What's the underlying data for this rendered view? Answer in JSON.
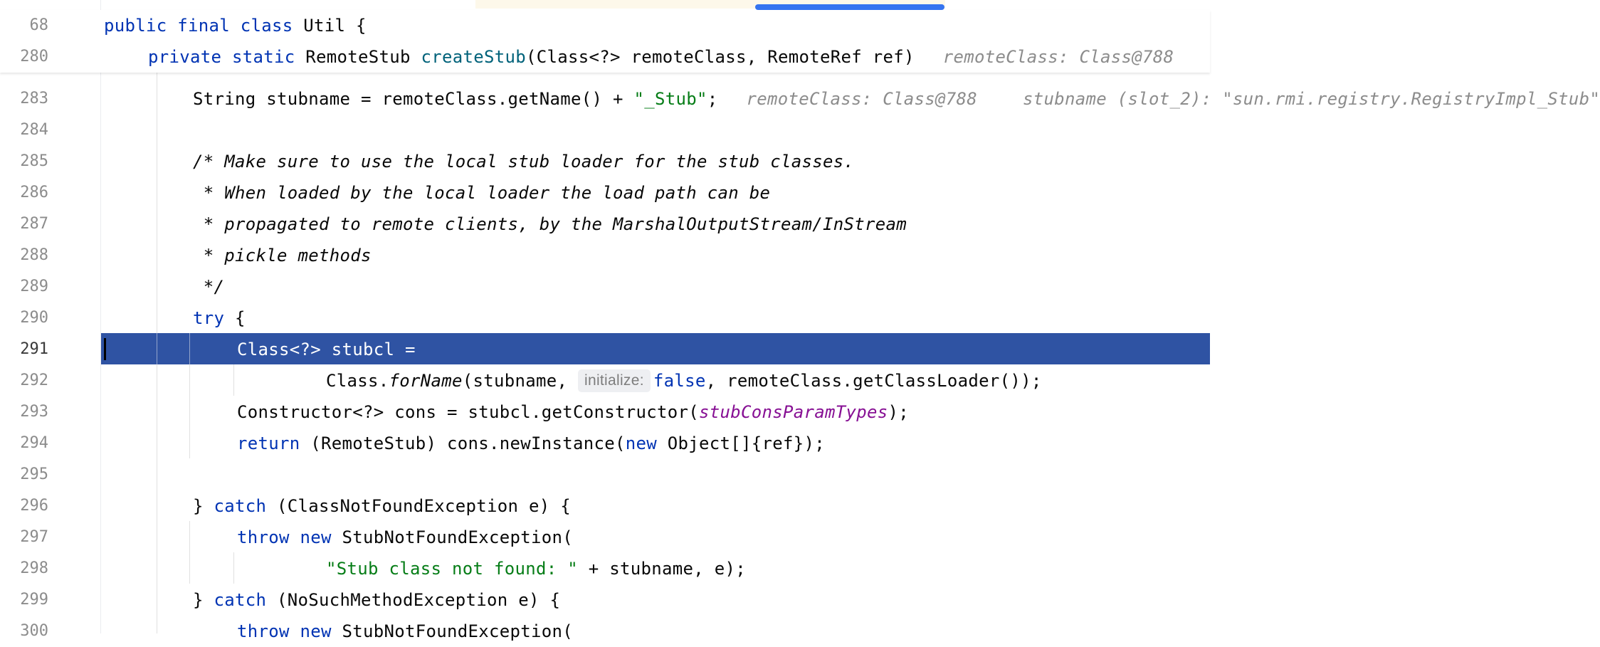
{
  "editor": {
    "sticky_lines": [
      {
        "num": "68",
        "parts": [
          {
            "t": "public final class ",
            "c": "kw-mixed"
          }
        ]
      },
      {
        "num": "280"
      }
    ],
    "sticky": {
      "l68_num": "68",
      "l68_kw": "public final class",
      "l68_rest": " Util {",
      "l280_num": "280",
      "l280_kw": "private static",
      "l280_type": " RemoteStub ",
      "l280_fn": "createStub",
      "l280_rest": "(Class<?> remoteClass, RemoteRef ref)",
      "l280_hint": "remoteClass: Class@788"
    },
    "lines": {
      "l283": {
        "num": "283",
        "a": "String stubname = remoteClass.getName() + ",
        "str": "\"_Stub\"",
        "b": ";",
        "hint1": "remoteClass: Class@788",
        "hint2": "stubname (slot_2): \"sun.rmi.registry.RegistryImpl_Stub\""
      },
      "l284": {
        "num": "284"
      },
      "l285": {
        "num": "285",
        "cmt": "/* Make sure to use the local stub loader for the stub classes."
      },
      "l286": {
        "num": "286",
        "cmt": " * When loaded by the local loader the load path can be"
      },
      "l287": {
        "num": "287",
        "cmt": " * propagated to remote clients, by the MarshalOutputStream/InStream"
      },
      "l288": {
        "num": "288",
        "cmt": " * pickle methods"
      },
      "l289": {
        "num": "289",
        "cmt": " */"
      },
      "l290": {
        "num": "290",
        "kw": "try",
        "rest": " {"
      },
      "l291": {
        "num": "291",
        "code": "Class<?> stubcl ="
      },
      "l292": {
        "num": "292",
        "a": "Class.",
        "fn": "forName",
        "b": "(stubname, ",
        "inlay": "initialize:",
        "kw": "false",
        "c": ", remoteClass.getClassLoader());"
      },
      "l293": {
        "num": "293",
        "a": "Constructor<?> cons = stubcl.getConstructor(",
        "stat": "stubConsParamTypes",
        "b": ");"
      },
      "l294": {
        "num": "294",
        "kw1": "return",
        "a": " (RemoteStub) cons.newInstance(",
        "kw2": "new",
        "b": " Object[]{ref});"
      },
      "l295": {
        "num": "295"
      },
      "l296": {
        "num": "296",
        "a": "} ",
        "kw": "catch",
        "b": " (ClassNotFoundException e) {"
      },
      "l297": {
        "num": "297",
        "kw1": "throw",
        "kw2": " new",
        "a": " StubNotFoundException("
      },
      "l298": {
        "num": "298",
        "str": "\"Stub class not found: \"",
        "a": " + stubname, e);"
      },
      "l299": {
        "num": "299",
        "a": "} ",
        "kw": "catch",
        "b": " (NoSuchMethodException e) {"
      },
      "l300": {
        "num": "300",
        "kw1": "throw",
        "kw2": " new",
        "a": " StubNotFoundException("
      }
    }
  },
  "colors": {
    "keyword": "#0033b3",
    "string": "#067d17",
    "comment": "#8c8c8c",
    "function": "#00627a",
    "static_field": "#871094",
    "current_line": "#2f53a3",
    "scrollbar_thumb": "#3574f0"
  }
}
